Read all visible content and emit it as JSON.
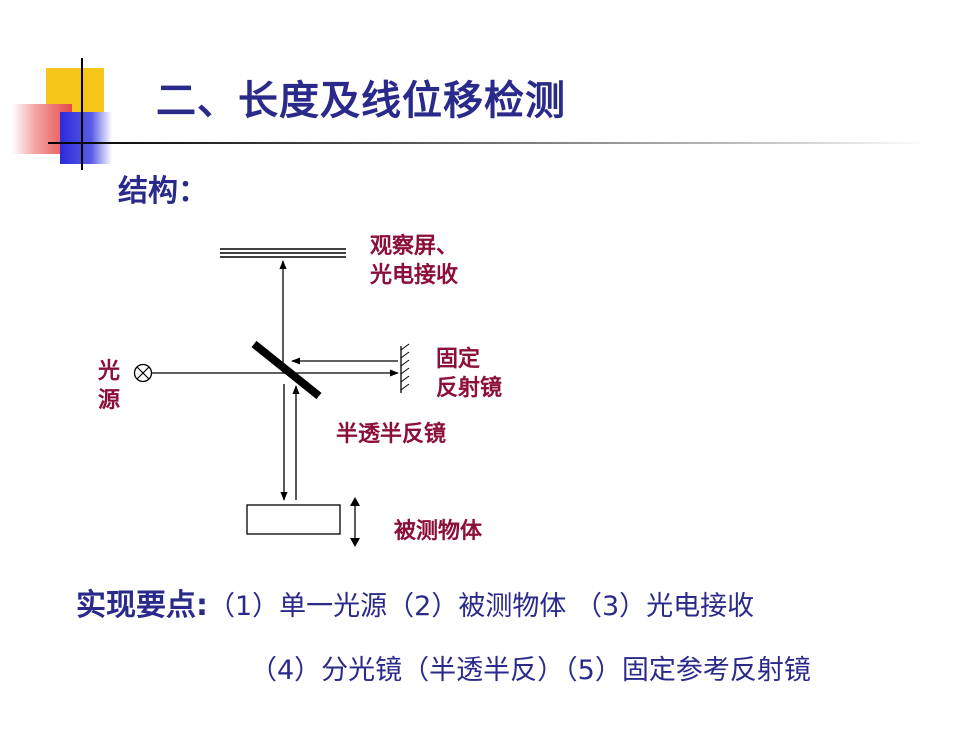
{
  "title": "二、长度及线位移检测",
  "subtitle": "结构：",
  "diagram": {
    "screen_label_line1": "观察屏、",
    "screen_label_line2": "光电接收",
    "source_label_line1": "光",
    "source_label_line2": "源",
    "mirror_label_line1": "固定",
    "mirror_label_line2": "反射镜",
    "splitter_label": "半透半反镜",
    "object_label": "被测物体"
  },
  "summary": {
    "heading": "实现要点:",
    "line1": "（1）单一光源（2）被测物体 （3）光电接收",
    "line2": "（4）分光镜（半透半反）（5）固定参考反射镜"
  },
  "colors": {
    "title": "#2a2a8a",
    "label": "#8b0f36",
    "accent_yellow": "#f5c518",
    "accent_red": "#e84848",
    "accent_blue": "#2b2bd8"
  }
}
